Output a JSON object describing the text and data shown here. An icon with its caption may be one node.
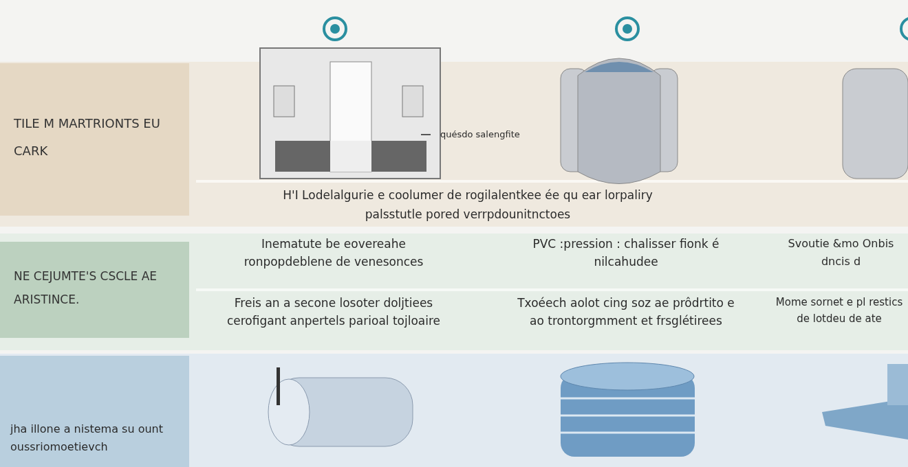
{
  "diagram": {
    "labels": [
      "TILE M MARTRIONTS EU CARK",
      "quésdo salengfite",
      "H'I Lodelalgurie e coolumer de rogilalentkee ée qu ear lorpaliry palsstutle pored verrpdounitnctoes",
      "NE CEJUMTE'S CSCLE AE ARISTINCE.",
      "Inematute be eovereahe ronpopdeblene de venesonces",
      "PVC :pression : chalisser fionk é nilcahudee",
      "Svoutie &mo Onbis dncis d",
      "Freis an a secone losoter doljtiees cerofigant anpertels parioal tojloaire",
      "Txoéech aolot cing soz ae prôdrtito e ao trontorgmment et frsglétirees",
      "Mome sornet e pl restics de lotdeu de ate",
      "jha illone a nistema su ount oussriomoetievch"
    ]
  }
}
